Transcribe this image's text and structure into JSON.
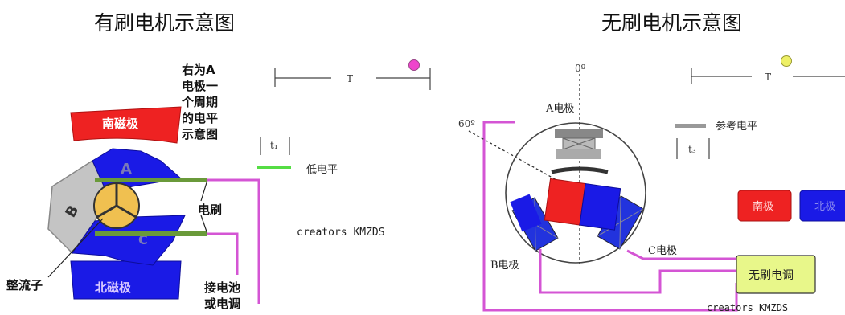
{
  "titles": {
    "brushed": "有刷电机示意图",
    "brushless": "无刷电机示意图"
  },
  "brushed": {
    "pole_top": "南磁极",
    "pole_bottom": "北磁极",
    "letter_a": "A",
    "letter_b": "B",
    "letter_c": "C",
    "desc_lines": [
      "右为A",
      "电极一",
      "个周期",
      "的电平",
      "示意图"
    ],
    "brush": "电刷",
    "commutator": "整流子",
    "connect_lines": [
      "接电池",
      "或电调"
    ],
    "period": "T",
    "pulse": "t₁",
    "low_level": "低电平",
    "watermark": "creators KMZDS"
  },
  "brushless": {
    "angle_0": "0º",
    "angle_60": "60º",
    "electrode_a": "A电极",
    "electrode_b": "B电极",
    "electrode_c": "C电极",
    "ref_level": "参考电平",
    "period": "T",
    "pulse": "t₃",
    "south": "南极",
    "north": "北极",
    "esc": "无刷电调",
    "watermark": "creators KMZDS"
  },
  "colors": {
    "pink_wire": "#d455d4",
    "blue": "#1a1ae6",
    "red": "#ee2222",
    "green_bar": "#55dd44",
    "esc_fill": "#e8f78a",
    "dot_magenta": "#ee44cc",
    "dot_yellow": "#eef066"
  }
}
